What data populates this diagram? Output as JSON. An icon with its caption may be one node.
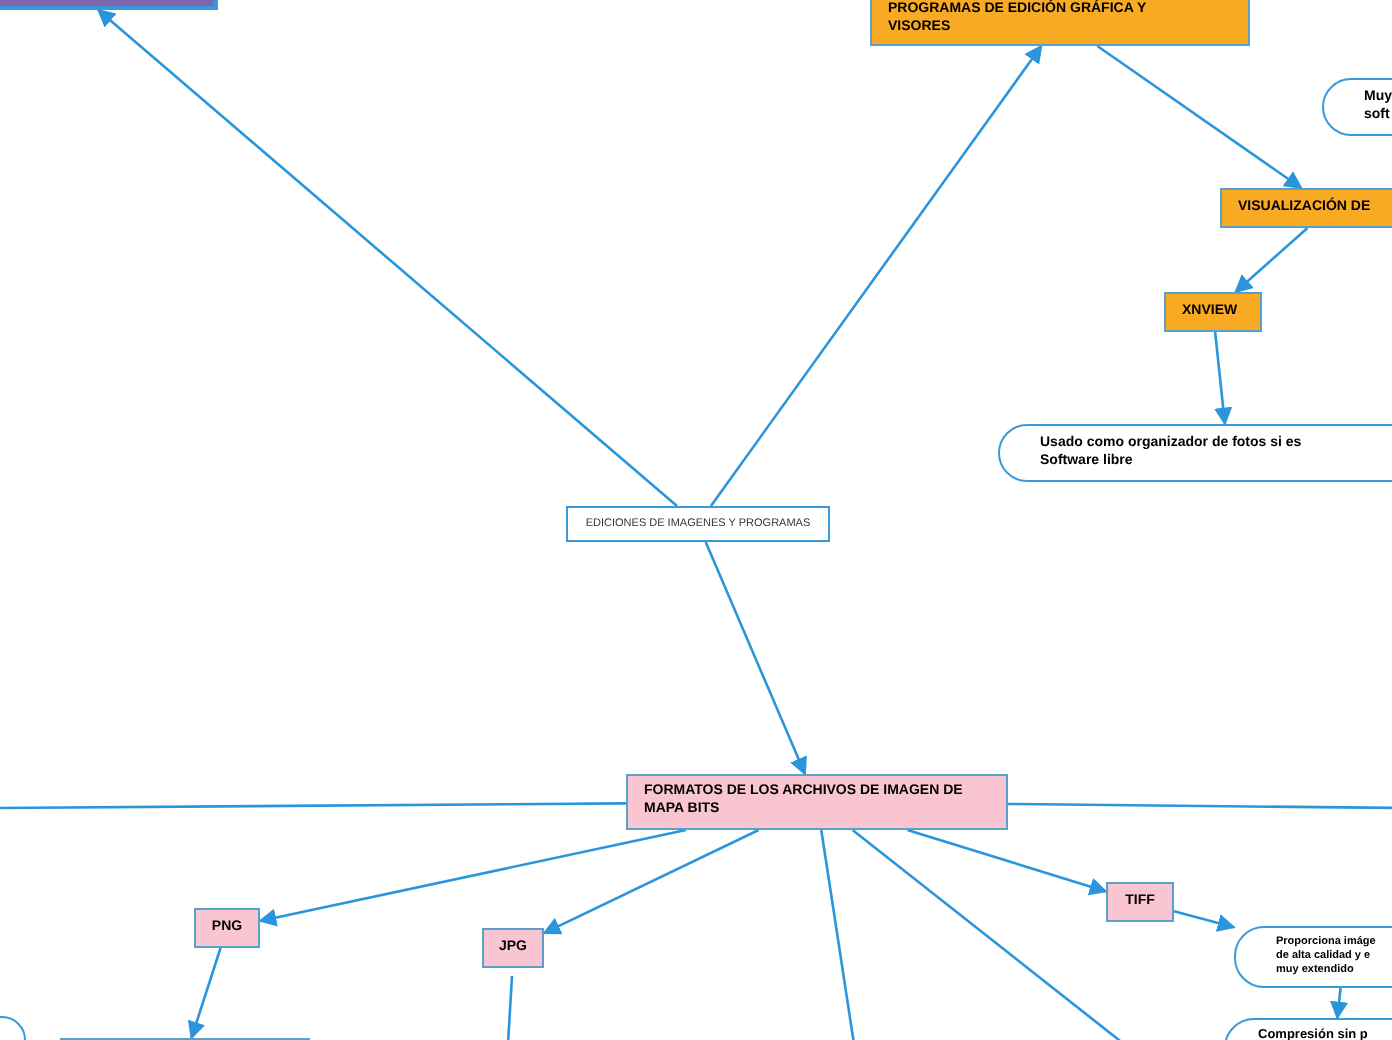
{
  "diagram": {
    "nodes": [
      {
        "text": [],
        "shape": "box"
      },
      {
        "text": [
          "EDICIONES DE IMAGENES Y PROGRAMAS"
        ]
      },
      {
        "text": [
          "PROGRAMAS DE EDICIÓN GRÁFICA Y VISORES"
        ]
      },
      {
        "text": [
          "Muy soft"
        ]
      },
      {
        "text": [
          "VISUALIZACIÓN DE"
        ]
      },
      {
        "text": [
          "XNVIEW"
        ]
      },
      {
        "text": [
          "Usado como organizador de fotos si es Software libre"
        ]
      },
      {
        "text": [
          "FORMATOS DE LOS ARCHIVOS DE IMAGEN DE MAPA BITS"
        ]
      },
      {
        "text": [
          "PNG"
        ]
      },
      {
        "text": [
          "JPG"
        ]
      },
      {
        "text": [
          "TIFF"
        ]
      },
      {
        "text": [
          "Proporciona imáge de alta calidad y e muy extendido"
        ]
      },
      {
        "text": [
          "Compresión sin p"
        ]
      },
      {
        "text": [],
        "shape": "box"
      },
      {
        "text": [],
        "shape": "box"
      }
    ],
    "edges": [
      {
        "from": 1,
        "to": 0,
        "arrow": "to"
      },
      {
        "from": 1,
        "to": 2,
        "arrow": "to"
      },
      {
        "from": 2,
        "to": 4,
        "arrow": "to"
      },
      {
        "from": 4,
        "to": 5,
        "arrow": "to"
      },
      {
        "from": 5,
        "to": 6,
        "arrow": "to"
      },
      {
        "from": 1,
        "to": 7,
        "arrow": "to"
      },
      {
        "from": 7,
        "to": null,
        "arrow": "none"
      },
      {
        "from": 7,
        "to": null,
        "arrow": "none"
      },
      {
        "from": 7,
        "to": 8,
        "arrow": "to"
      },
      {
        "from": 7,
        "to": 9,
        "arrow": "to"
      },
      {
        "from": 7,
        "to": 10,
        "arrow": "to"
      },
      {
        "from": 10,
        "to": 11,
        "arrow": "to"
      },
      {
        "from": 11,
        "to": 12,
        "arrow": "to"
      },
      {
        "from": 8,
        "to": 14,
        "arrow": "to"
      },
      {
        "from": 9,
        "to": null,
        "arrow": "none"
      },
      {
        "from": 7,
        "to": null,
        "arrow": "none"
      },
      {
        "from": 7,
        "to": null,
        "arrow": "none"
      }
    ]
  }
}
